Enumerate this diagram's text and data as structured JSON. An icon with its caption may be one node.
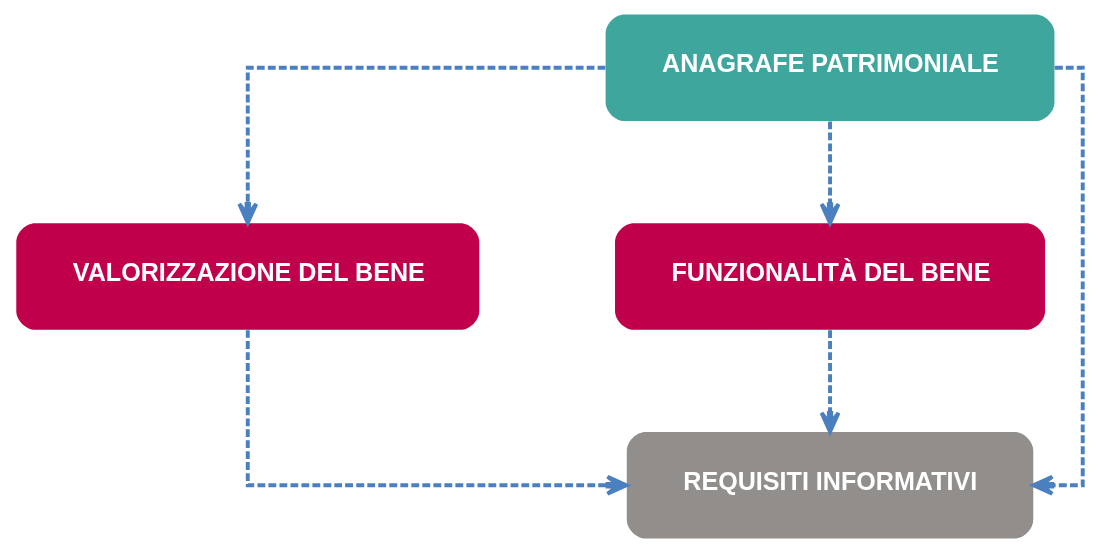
{
  "diagram": {
    "nodes": [
      {
        "text": [
          "ANAGRAFE PATRIMONIALE"
        ]
      },
      {
        "text": [
          "VALORIZZAZIONE DEL BENE"
        ]
      },
      {
        "text": [
          "FUNZIONALITÀ DEL BENE"
        ]
      },
      {
        "text": [
          "REQUISITI INFORMATIVI"
        ]
      }
    ],
    "edges": [
      {
        "from": 0,
        "to": 1,
        "arrow": "to",
        "style": "dashed"
      },
      {
        "from": 0,
        "to": 3,
        "arrow": "to",
        "style": "dashed"
      },
      {
        "from": 0,
        "to": 2,
        "arrow": "to",
        "style": "dashed"
      },
      {
        "from": 1,
        "to": 3,
        "arrow": "to",
        "style": "dashed"
      },
      {
        "from": 2,
        "to": 3,
        "arrow": "to",
        "style": "dashed"
      }
    ]
  }
}
